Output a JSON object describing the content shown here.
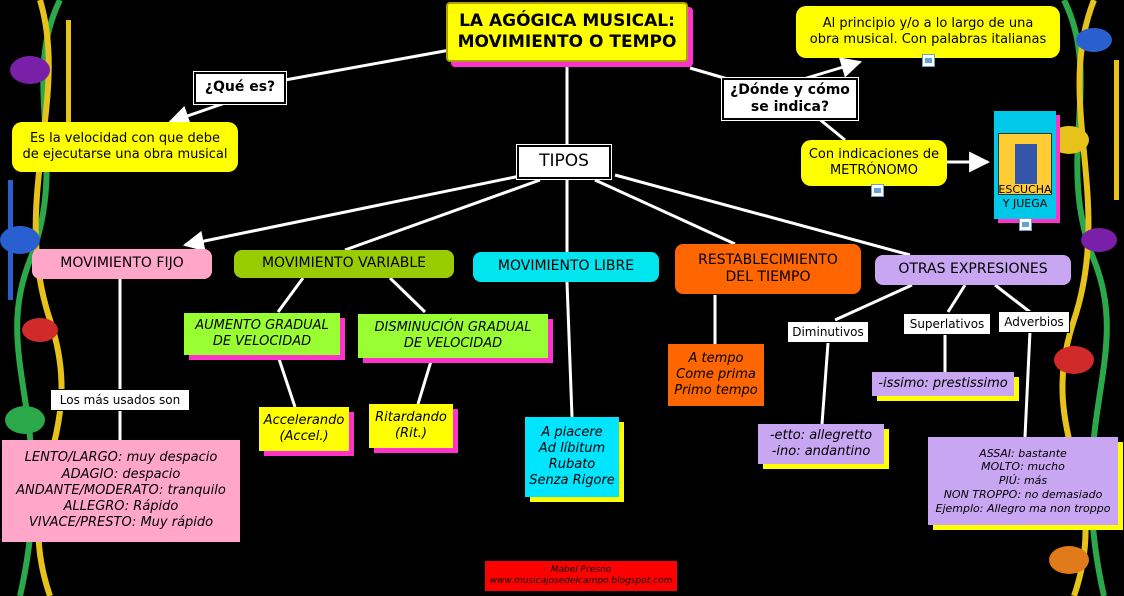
{
  "colors": {
    "background": "#000000",
    "line": "#ffffff",
    "title": "#ffff00",
    "pink": "#ffa6c9",
    "green": "#99cc00",
    "cyan": "#00e5ee",
    "orange": "#ff6600",
    "lavender": "#c9a6f2",
    "shadow": "#ff33cc"
  },
  "title": "LA AGÓGICA MUSICAL:\nMOVIMIENTO O TEMPO",
  "que_es": {
    "label": "¿Qué es?",
    "answer": "Es la velocidad con que debe\nde ejecutarse una obra musical"
  },
  "donde": {
    "label": "¿Dónde y cómo\nse indica?",
    "answer_top": "Al principio y/o a lo largo de una\nobra musical. Con palabras italianas",
    "answer_metronomo": "Con indicaciones de\nMETRÓNOMO",
    "book_title": "ESCUCHA\nY JUEGA",
    "icons": [
      "image-icon",
      "image-icon",
      "document-icon"
    ]
  },
  "tipos": {
    "label": "TIPOS",
    "fijo": {
      "label": "MOVIMIENTO FIJO",
      "sublabel": "Los más usados son",
      "list": "LENTO/LARGO: muy despacio\nADAGIO: despacio\nANDANTE/MODERATO: tranquilo\nALLEGRO: Rápido\nVIVACE/PRESTO: Muy rápido"
    },
    "variable": {
      "label": "MOVIMIENTO VARIABLE",
      "aumento": "AUMENTO GRADUAL\nDE VELOCIDAD",
      "aumento_ex": "Accelerando\n(Accel.)",
      "disminucion": "DISMINUCIÓN GRADUAL\nDE VELOCIDAD",
      "disminucion_ex": "Ritardando\n(Rit.)"
    },
    "libre": {
      "label": "MOVIMIENTO LIBRE",
      "list": "A piacere\nAd líbitum\nRubato\nSenza Rigore"
    },
    "restablecimiento": {
      "label": "RESTABLECIMIENTO\nDEL TIEMPO",
      "list": "A tempo\nCome prima\nPrimo tempo"
    },
    "otras": {
      "label": "OTRAS EXPRESIONES",
      "diminutivos": "Diminutivos",
      "diminutivos_ex": "-etto: allegretto\n-ino: andantino",
      "superlativos": "Superlativos",
      "superlativos_ex": "-issimo: prestissimo",
      "adverbios": "Adverbios",
      "adverbios_ex": "ASSAI: bastante\nMOLTO: mucho\nPIÚ: más\nNON TROPPO: no demasiado\nEjemplo: Allegro ma non troppo"
    }
  },
  "credit": "Mabel Presno\nwww.musicajosedelcampo.blogspot.com"
}
